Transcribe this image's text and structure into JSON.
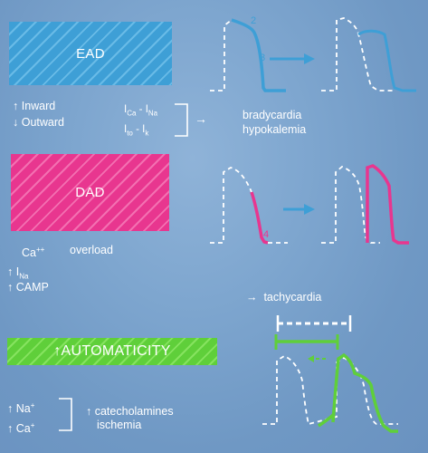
{
  "ead": {
    "box_label": "EAD",
    "inward": "Inward",
    "outward": "Outward",
    "current_ca": "Ca",
    "current_na": "Na",
    "current_to": "to",
    "current_k": "k",
    "current_letter": "I",
    "dash": "-",
    "effect_1": "bradycardia",
    "effect_2": "hypokalemia",
    "phase_2": "2",
    "phase_3": "3"
  },
  "dad": {
    "box_label": "DAD",
    "ca": "Ca",
    "ca_charge": "++",
    "overload": "overload",
    "i_letter": "I",
    "na_sub": "Na",
    "camp": "CAMP",
    "effect": "tachycardia",
    "phase_4": "4"
  },
  "automaticity": {
    "box_label": "AUTOMATICITY",
    "na": "Na",
    "na_charge": "+",
    "ca": "Ca",
    "ca_charge": "+",
    "cause_1": "catecholamines",
    "cause_2": "ischemia"
  },
  "symbols": {
    "up_arrow": "↑",
    "down_arrow": "↓",
    "right_arrow": "→"
  },
  "colors": {
    "ead": "#3e9fd6",
    "dad": "#e8368f",
    "automaticity": "#5fcf3a",
    "trace": "#ffffff"
  }
}
